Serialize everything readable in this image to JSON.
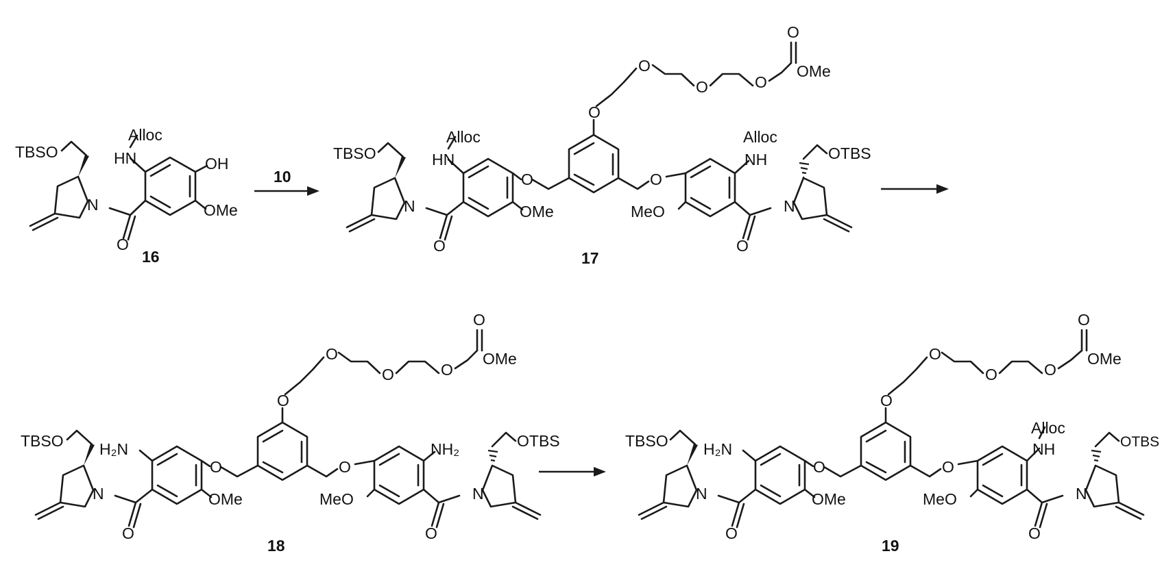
{
  "scheme": {
    "compounds": [
      {
        "number": "16"
      },
      {
        "number": "17"
      },
      {
        "number": "18"
      },
      {
        "number": "19"
      }
    ],
    "reaction_arrows": [
      {
        "label": "10"
      },
      {
        "label": ""
      },
      {
        "label": ""
      }
    ],
    "atom_labels": {
      "tbso": "TBSO",
      "otbs": "OTBS",
      "alloc": "Alloc",
      "hn": "HN",
      "nh": "NH",
      "oh": "OH",
      "ome": "OMe",
      "meo": "MeO",
      "h2n": "H₂N",
      "nh2": "NH₂",
      "n": "N",
      "o": "O"
    }
  }
}
